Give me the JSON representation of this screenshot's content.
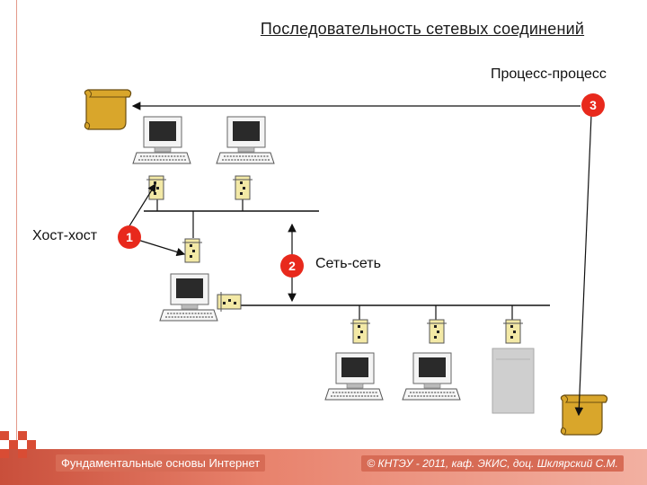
{
  "slide": {
    "title": "Последовательность сетевых соединений",
    "labels": {
      "process": "Процесс-процесс",
      "host": "Хост-хост",
      "network": "Сеть-сеть"
    },
    "badges": [
      "1",
      "2",
      "3"
    ],
    "footer": {
      "left": "Фундаментальные основы Интернет",
      "right": "© КНТЭУ - 2011, каф. ЭКИС, доц. Шклярский С.М."
    }
  }
}
